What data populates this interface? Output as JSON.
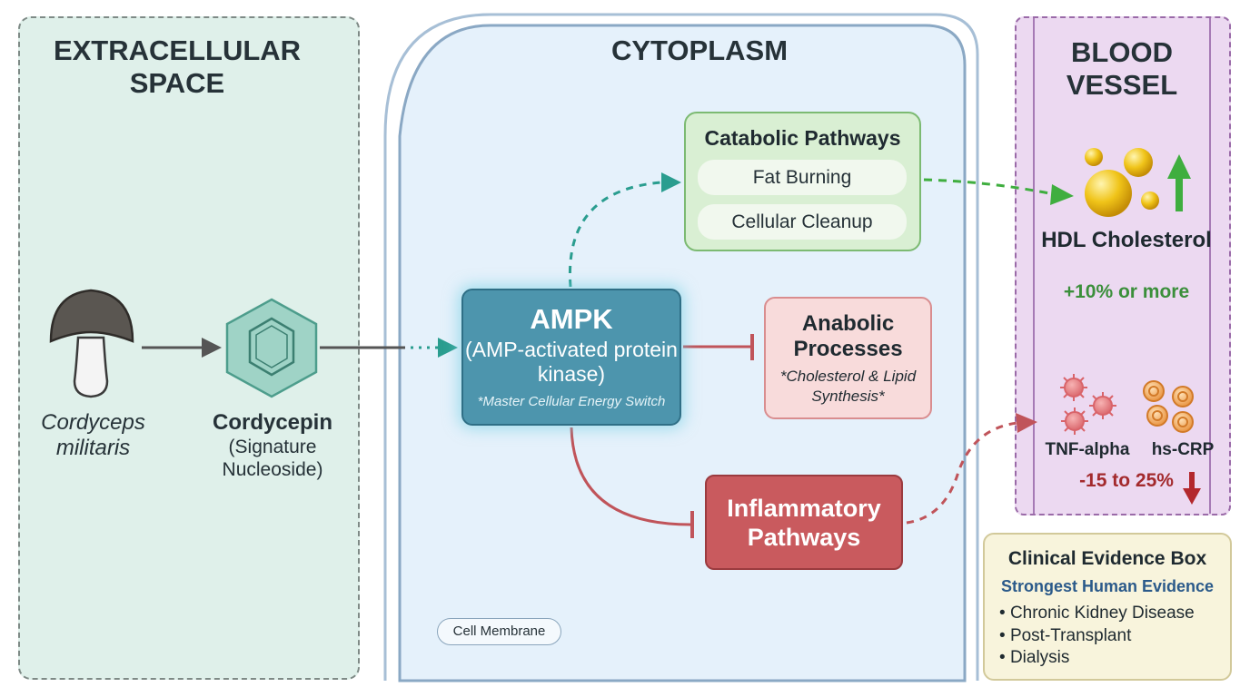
{
  "regions": {
    "extracellular": "EXTRACELLULAR SPACE",
    "cytoplasm": "CYTOPLASM",
    "blood_vessel": "BLOOD VESSEL",
    "cell_membrane": "Cell Membrane"
  },
  "source": {
    "organism": "Cordyceps militaris",
    "compound": "Cordycepin",
    "compound_note": "(Signature Nucleoside)"
  },
  "ampk": {
    "title": "AMPK",
    "subtitle": "(AMP-activated protein kinase)",
    "note": "*Master Cellular Energy Switch"
  },
  "catabolic": {
    "title": "Catabolic Pathways",
    "items": [
      "Fat Burning",
      "Cellular Cleanup"
    ]
  },
  "anabolic": {
    "title": "Anabolic Processes",
    "note": "*Cholesterol & Lipid Synthesis*"
  },
  "inflammatory": {
    "title": "Inflammatory Pathways"
  },
  "hdl": {
    "label": "HDL Cholesterol",
    "change": "+10% or more"
  },
  "markers": {
    "tnf": "TNF-alpha",
    "crp": "hs-CRP",
    "change": "-15 to 25%"
  },
  "evidence": {
    "title": "Clinical Evidence Box",
    "subtitle": "Strongest Human Evidence",
    "items": [
      "Chronic Kidney Disease",
      "Post-Transplant",
      "Dialysis"
    ]
  },
  "colors": {
    "activation": "#2a9d8f",
    "inhibition": "#c0545a",
    "increase": "#3fae3f",
    "decrease": "#b3282d"
  }
}
